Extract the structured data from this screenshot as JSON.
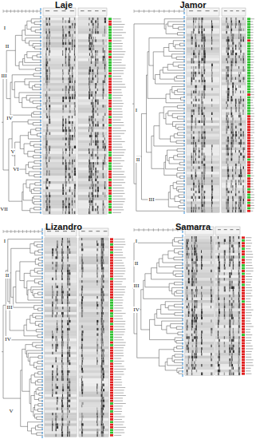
{
  "diagram": {
    "nodes": [
      {
        "text": [
          "Laje"
        ]
      },
      {
        "text": [
          "Jamor"
        ]
      },
      {
        "text": [
          "Lizandro"
        ]
      },
      {
        "text": [
          "Samarra"
        ]
      }
    ],
    "labels": [
      "I",
      "II",
      "III",
      "IV",
      "V",
      "VI",
      "VII",
      "I",
      "II",
      "III",
      "I",
      "II",
      "III",
      "IV",
      "V",
      "I",
      "II",
      "III",
      "IV"
    ]
  }
}
